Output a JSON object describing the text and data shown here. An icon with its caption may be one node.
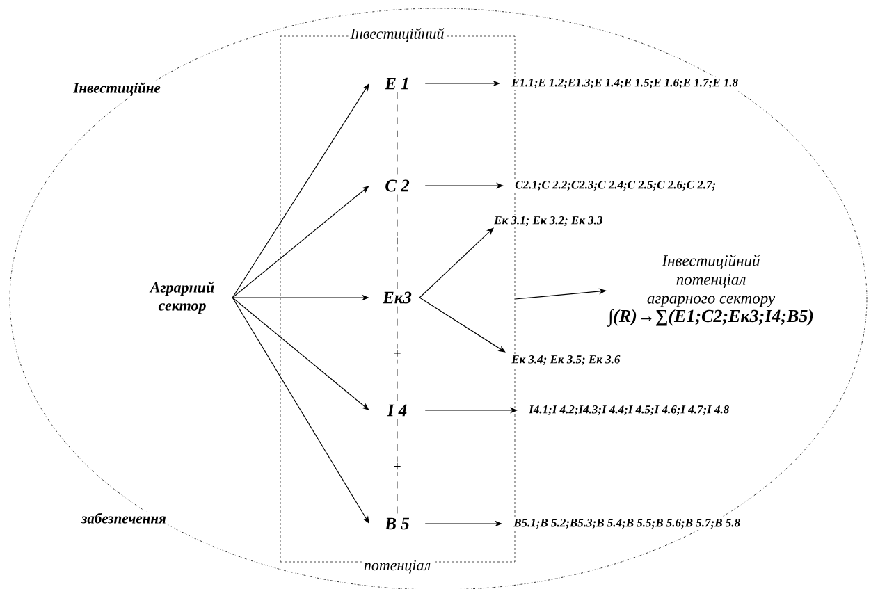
{
  "diagram": {
    "nodes": [
      {
        "text": [
          "Інвестиційне",
          "забезпечення"
        ]
      },
      {
        "text": [
          "Аграрний сектор"
        ],
        "in": 0
      },
      {
        "text": [
          "Інвестиційний",
          "потенціал"
        ],
        "in": 0
      },
      {
        "text": [
          "E 1"
        ],
        "in": 2
      },
      {
        "text": [
          "C 2"
        ],
        "in": 2
      },
      {
        "text": [
          "Ек3"
        ],
        "in": 2
      },
      {
        "text": [
          "I 4"
        ],
        "in": 2
      },
      {
        "text": [
          "B 5"
        ],
        "in": 2
      },
      {
        "text": [
          "E1.1;E 1.2;E1.3;E 1.4;E 1.5;E 1.6;E 1.7;E 1.8"
        ],
        "in": 0
      },
      {
        "text": [
          "C2.1;C 2.2;C2.3;C 2.4;C 2.5;C 2.6;C 2.7;"
        ],
        "in": 0
      },
      {
        "text": [
          "Ек 3.1; Ек 3.2; Ек 3.3"
        ],
        "in": 0
      },
      {
        "text": [
          "Ек 3.4; Ек 3.5; Ек 3.6"
        ],
        "in": 0
      },
      {
        "text": [
          "I4.1;I 4.2;I4.3;I 4.4;I 4.5;I 4.6;I 4.7;I 4.8"
        ],
        "in": 0
      },
      {
        "text": [
          "B5.1;B 5.2;B5.3;B 5.4;B 5.5;B 5.6;B 5.7;B 5.8"
        ],
        "in": 0
      },
      {
        "text": [
          "Інвестиційний потенціал аграрного сектору",
          "∫(R)→∑(E1;C2;Ек3;I4;B5)"
        ],
        "in": 0
      }
    ],
    "edges": [
      {
        "from": 1,
        "to": 3,
        "arrow": "to"
      },
      {
        "from": 1,
        "to": 4,
        "arrow": "to"
      },
      {
        "from": 1,
        "to": 5,
        "arrow": "to"
      },
      {
        "from": 1,
        "to": 6,
        "arrow": "to"
      },
      {
        "from": 1,
        "to": 7,
        "arrow": "to"
      },
      {
        "from": 3,
        "to": 8,
        "arrow": "to"
      },
      {
        "from": 4,
        "to": 9,
        "arrow": "to"
      },
      {
        "from": 5,
        "to": 10,
        "arrow": "to"
      },
      {
        "from": 5,
        "to": 11,
        "arrow": "to"
      },
      {
        "from": 6,
        "to": 12,
        "arrow": "to"
      },
      {
        "from": 7,
        "to": 13,
        "arrow": "to"
      },
      {
        "from": 2,
        "to": 14,
        "arrow": "to"
      },
      {
        "from": 3,
        "to": 4,
        "arrow": "none",
        "style": "dashed",
        "label": "+"
      },
      {
        "from": 4,
        "to": 5,
        "arrow": "none",
        "style": "dashed",
        "label": "+"
      },
      {
        "from": 5,
        "to": 6,
        "arrow": "none",
        "style": "dashed",
        "label": "+"
      },
      {
        "from": 6,
        "to": 7,
        "arrow": "none",
        "style": "dashed",
        "label": "+"
      }
    ]
  }
}
